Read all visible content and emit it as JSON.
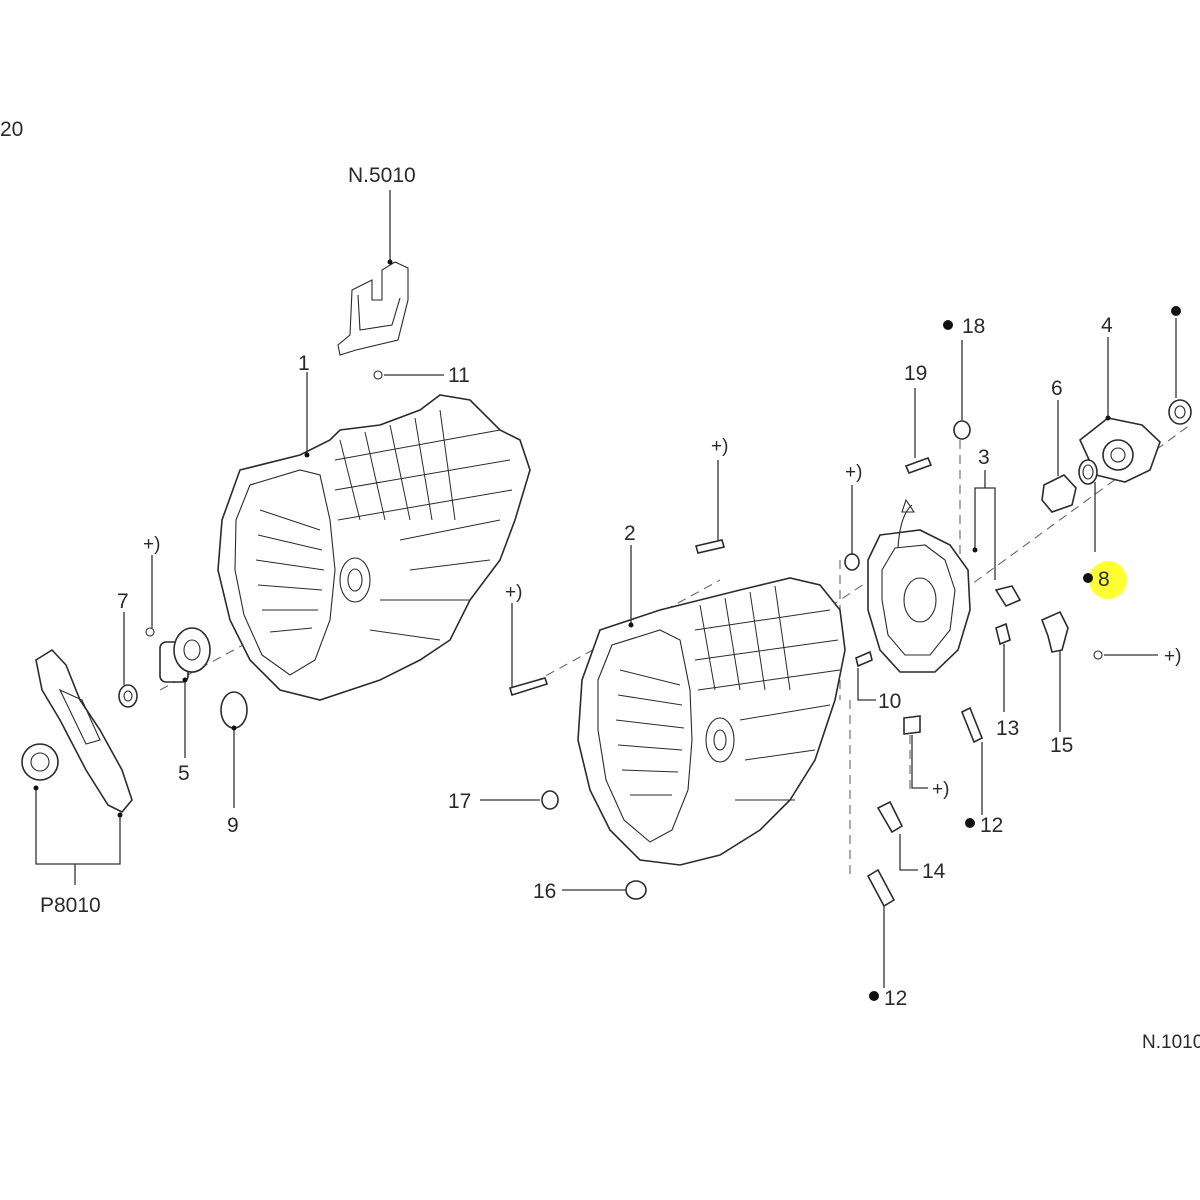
{
  "corner_label": "20",
  "drawing_code": "N.1010",
  "callouts": {
    "c_n5010": "N.5010",
    "c1": "1",
    "c11": "11",
    "c2": "2",
    "c3": "3",
    "c4": "4",
    "c5": "5",
    "c6": "6",
    "c7": "7",
    "c8": "8",
    "c9": "9",
    "c10": "10",
    "c12a": "12",
    "c12b": "12",
    "c13": "13",
    "c14": "14",
    "c15": "15",
    "c16": "16",
    "c17": "17",
    "c18": "18",
    "c19": "19",
    "c_p8010": "P8010",
    "plus": "+)"
  },
  "highlight_color": "#ffff33"
}
